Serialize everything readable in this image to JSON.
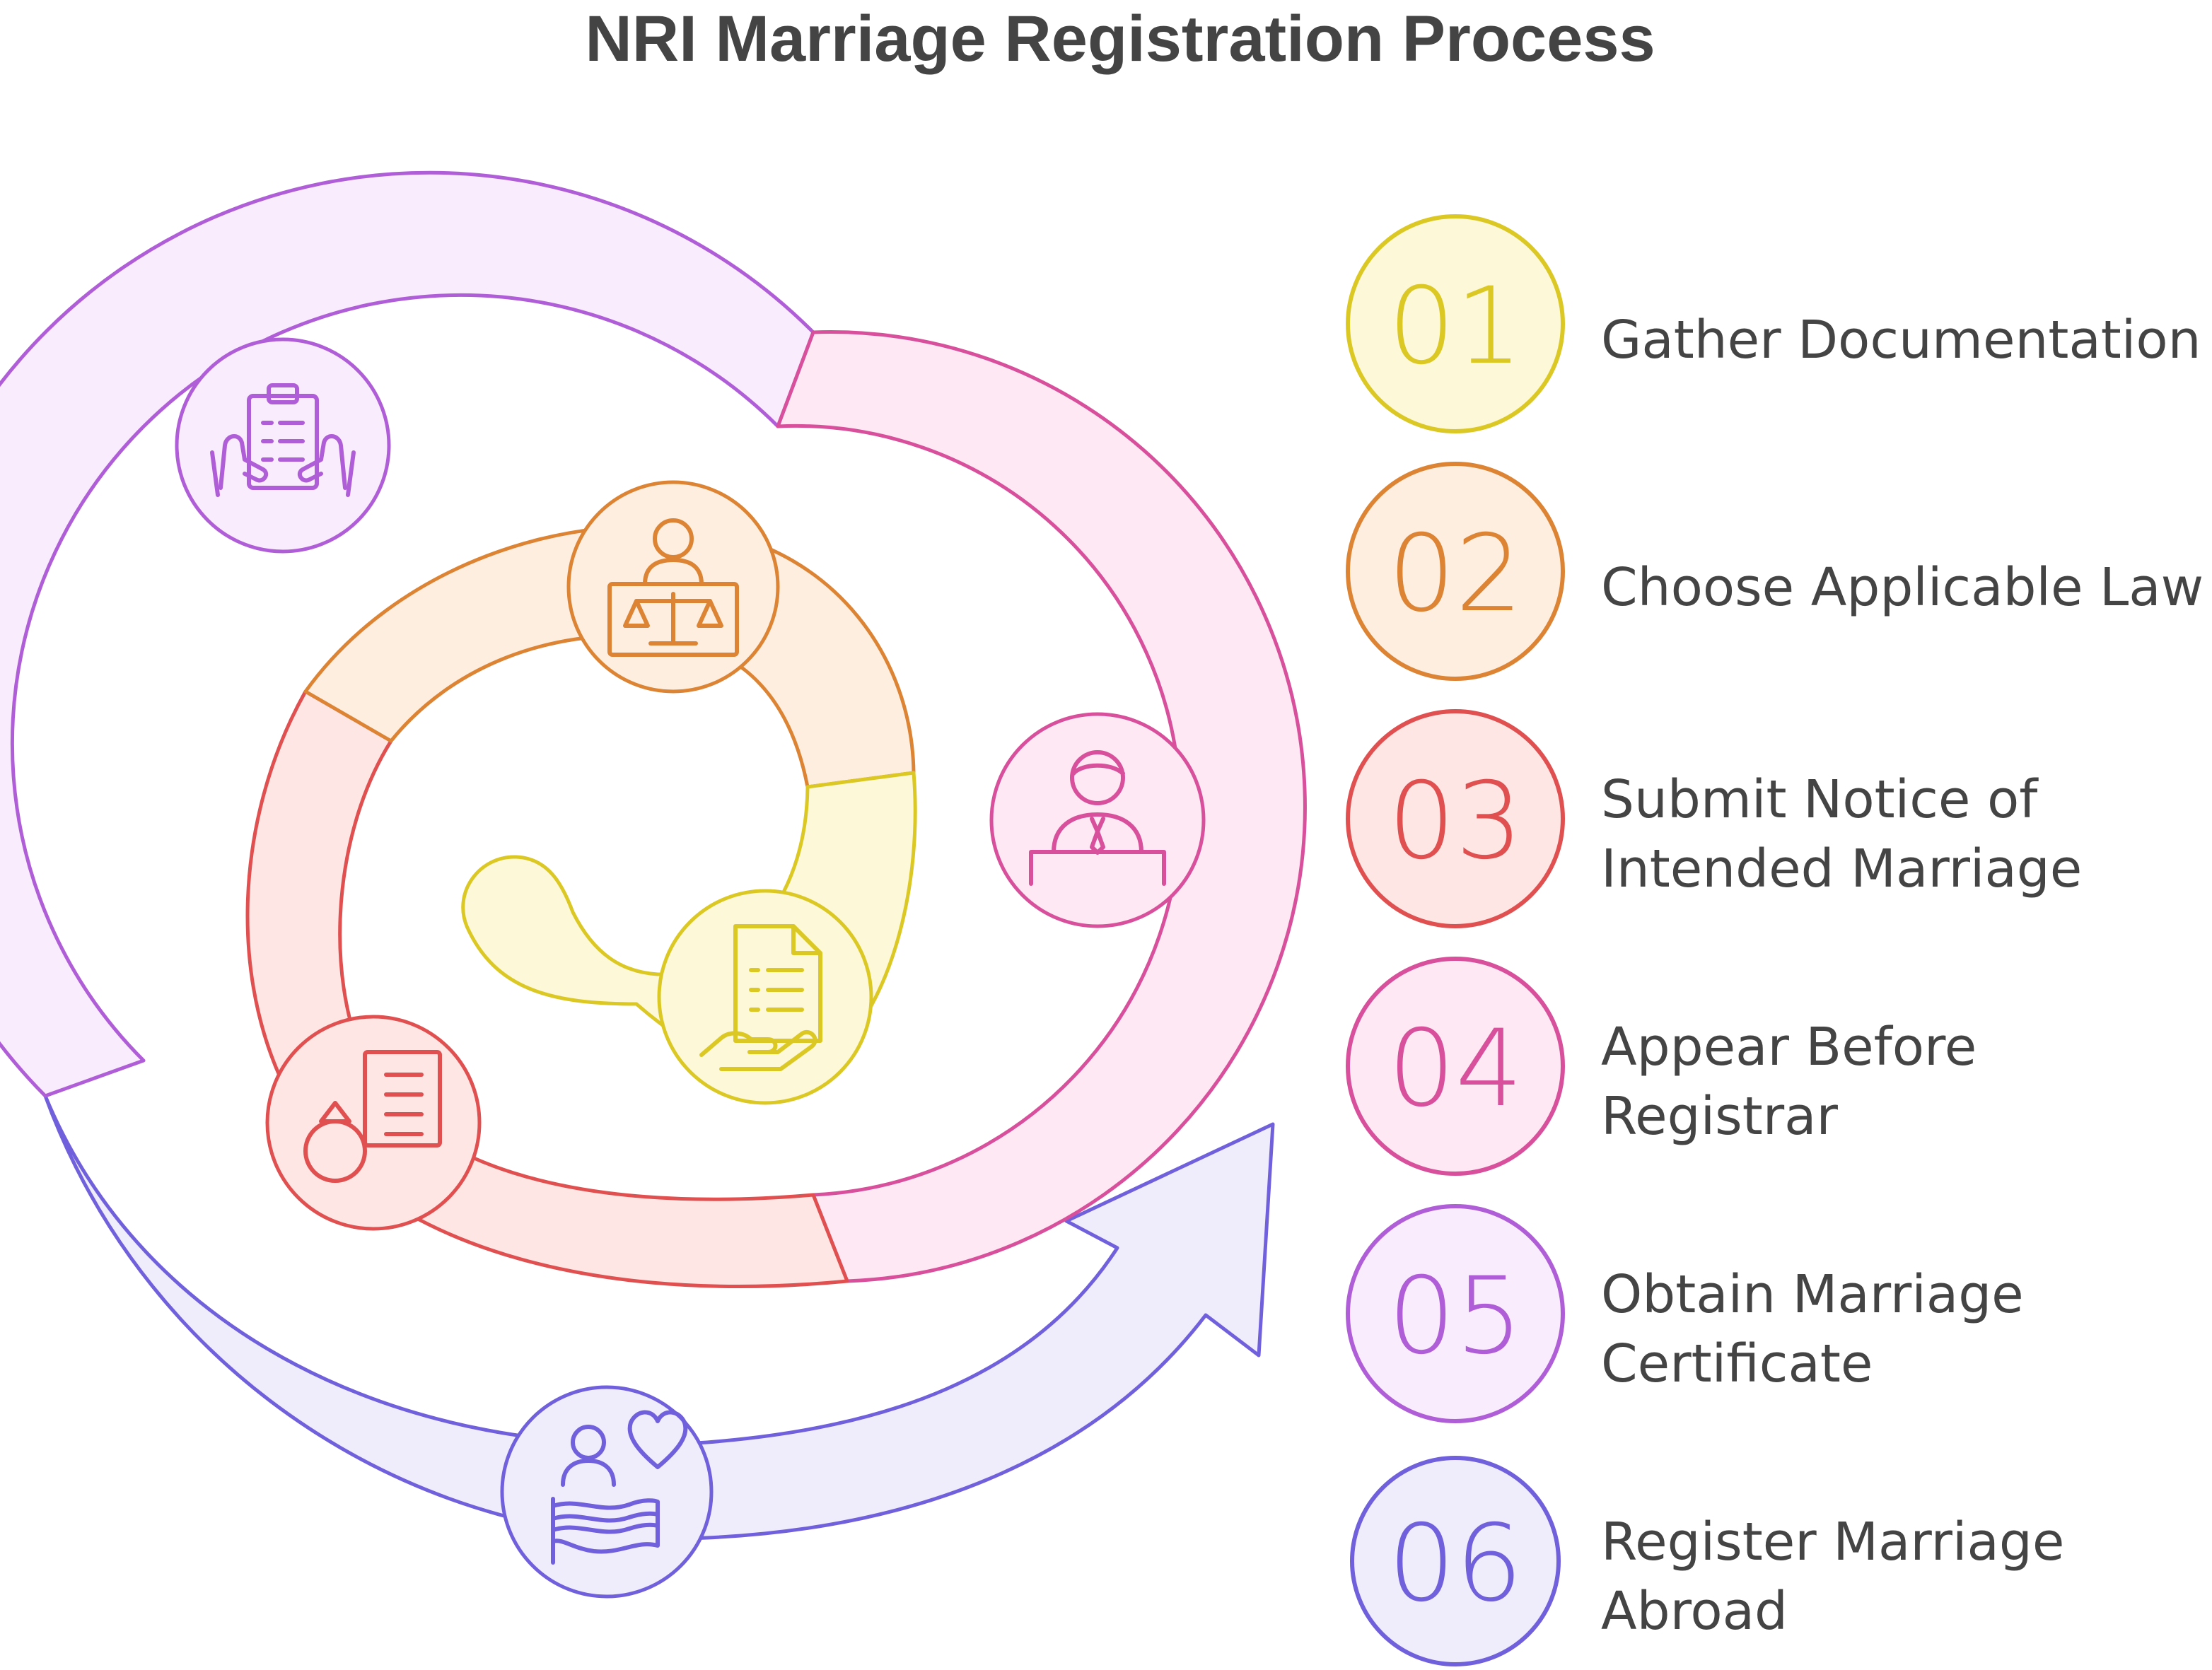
{
  "title": "NRI Marriage Registration Process",
  "steps": [
    {
      "number": "01",
      "label_lines": [
        "Gather Documentation"
      ],
      "color": "#dcc824",
      "fill": "#fcf8d8",
      "icon": "document-hand-icon"
    },
    {
      "number": "02",
      "label_lines": [
        "Choose Applicable Law"
      ],
      "color": "#dc8434",
      "fill": "#fdeee0",
      "icon": "judge-scales-icon"
    },
    {
      "number": "03",
      "label_lines": [
        "Submit Notice of",
        "Intended Marriage"
      ],
      "color": "#e05050",
      "fill": "#fde6e4",
      "icon": "ring-document-icon"
    },
    {
      "number": "04",
      "label_lines": [
        "Appear Before",
        "Registrar"
      ],
      "color": "#d8509c",
      "fill": "#fde8f4",
      "icon": "registrar-icon"
    },
    {
      "number": "05",
      "label_lines": [
        "Obtain Marriage",
        "Certificate"
      ],
      "color": "#b05ed8",
      "fill": "#f9ecfc",
      "icon": "clipboard-hands-icon"
    },
    {
      "number": "06",
      "label_lines": [
        "Register Marriage",
        "Abroad"
      ],
      "color": "#7060dc",
      "fill": "#efedfc",
      "icon": "couple-flag-icon"
    }
  ]
}
